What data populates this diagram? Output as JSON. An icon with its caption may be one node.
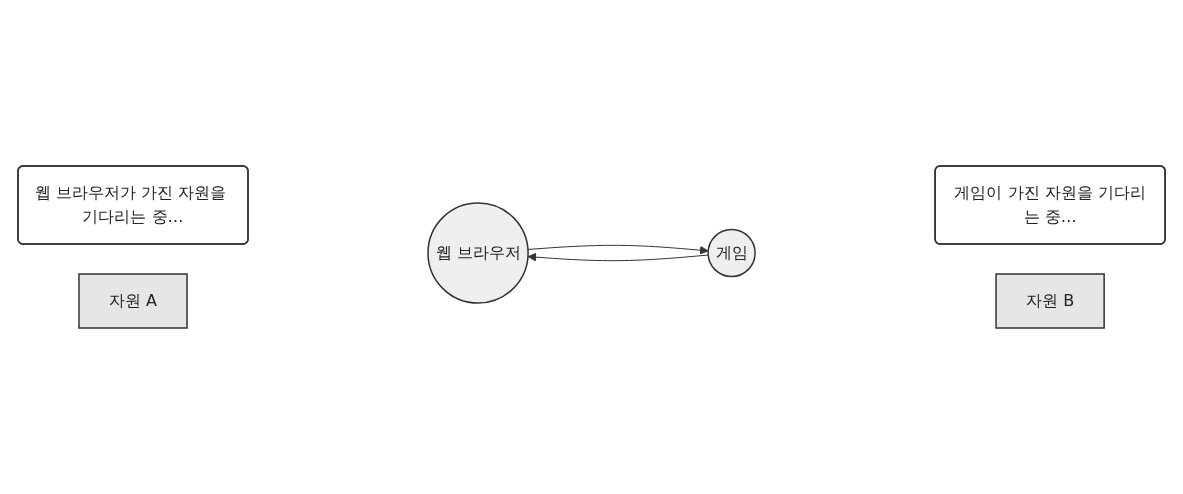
{
  "diagram": {
    "nodes": [
      {
        "text": [
          "웹 브라우저가 가진 자원을 기다리는 중…"
        ]
      },
      {
        "text": [
          "게임이 가진 자원을 기다리는 중…"
        ]
      },
      {
        "text": [
          "게임"
        ]
      },
      {
        "text": [
          "웹 브라우저"
        ]
      },
      {
        "text": [
          "자원 A"
        ]
      },
      {
        "text": [
          "자원 B"
        ]
      }
    ],
    "edges": [
      {
        "from": 2,
        "to": 3,
        "arrow": "to"
      },
      {
        "from": 3,
        "to": 2,
        "arrow": "to"
      }
    ]
  }
}
